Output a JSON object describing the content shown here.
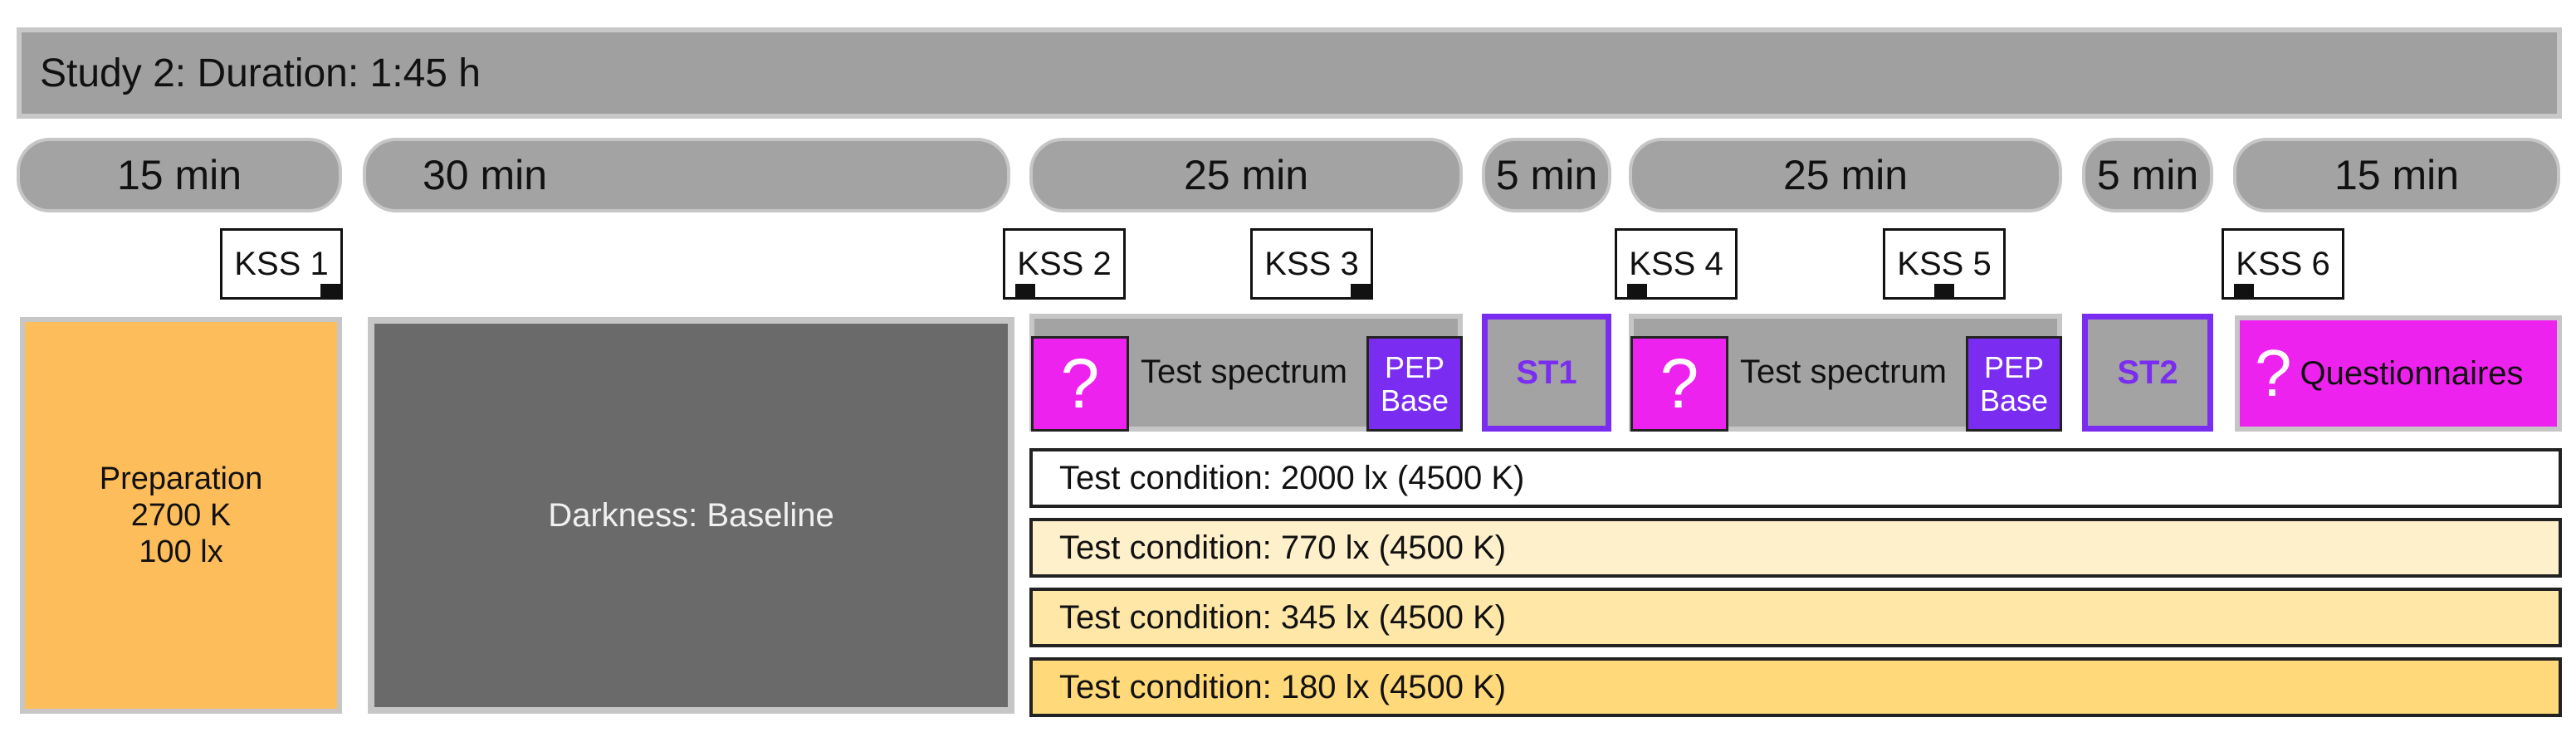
{
  "title": "Study 2: Duration: 1:45 h",
  "durations": [
    "15 min",
    "30 min",
    "25 min",
    "5 min",
    "25 min",
    "5 min",
    "15 min"
  ],
  "kss": [
    "KSS 1",
    "KSS 2",
    "KSS 3",
    "KSS 4",
    "KSS 5",
    "KSS 6"
  ],
  "preparation": {
    "line1": "Preparation",
    "line2": "2700 K",
    "line3": "100 lx"
  },
  "darkness": "Darkness: Baseline",
  "question_mark": "?",
  "test_spectrum": "Test spectrum",
  "pep": {
    "line1": "PEP",
    "line2": "Base"
  },
  "st1": "ST1",
  "st2": "ST2",
  "questionnaires": "Questionnaires",
  "conditions": [
    "Test condition: 2000 lx (4500 K)",
    "Test condition: 770 lx (4500 K)",
    "Test condition: 345 lx (4500 K)",
    "Test condition: 180 lx (4500 K)"
  ],
  "colors": {
    "preparation": "#fdbd5a",
    "darkness": "#6a6a6a",
    "questionnaire": "#ee22ee",
    "pep": "#7a2df0",
    "condition_2000": "#ffffff",
    "condition_770": "#fff0cc",
    "condition_345": "#ffe7a8",
    "condition_180": "#ffd97a"
  }
}
